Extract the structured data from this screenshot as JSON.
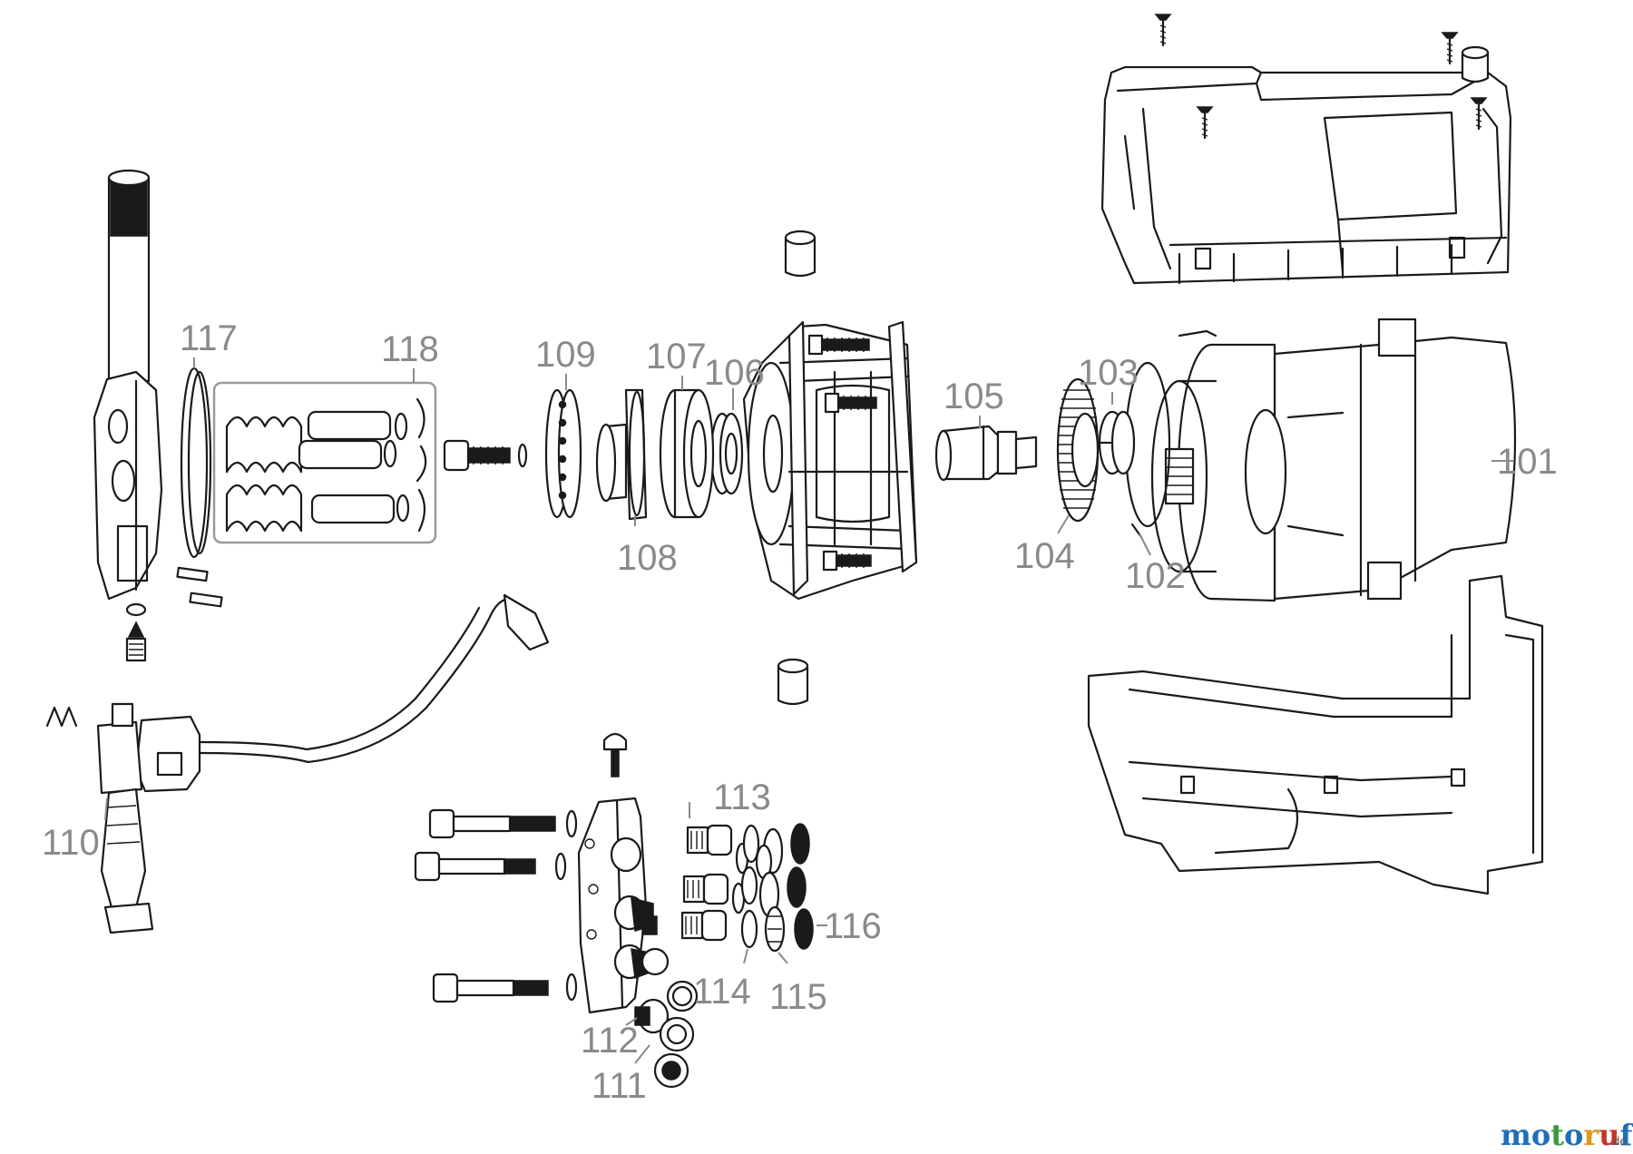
{
  "labels": {
    "l101": "101",
    "l102": "102",
    "l103": "103",
    "l104": "104",
    "l105": "105",
    "l106": "106",
    "l107": "107",
    "l108": "108",
    "l109": "109",
    "l110": "110",
    "l111": "111",
    "l112": "112",
    "l113": "113",
    "l114": "114",
    "l115": "115",
    "l116": "116",
    "l117": "117",
    "l118": "118"
  },
  "watermark": {
    "brand": "motoruf",
    "tld": ".de",
    "colors": [
      "#1f6fb5",
      "#3a9a3a",
      "#d89a1a",
      "#c8322b"
    ]
  }
}
